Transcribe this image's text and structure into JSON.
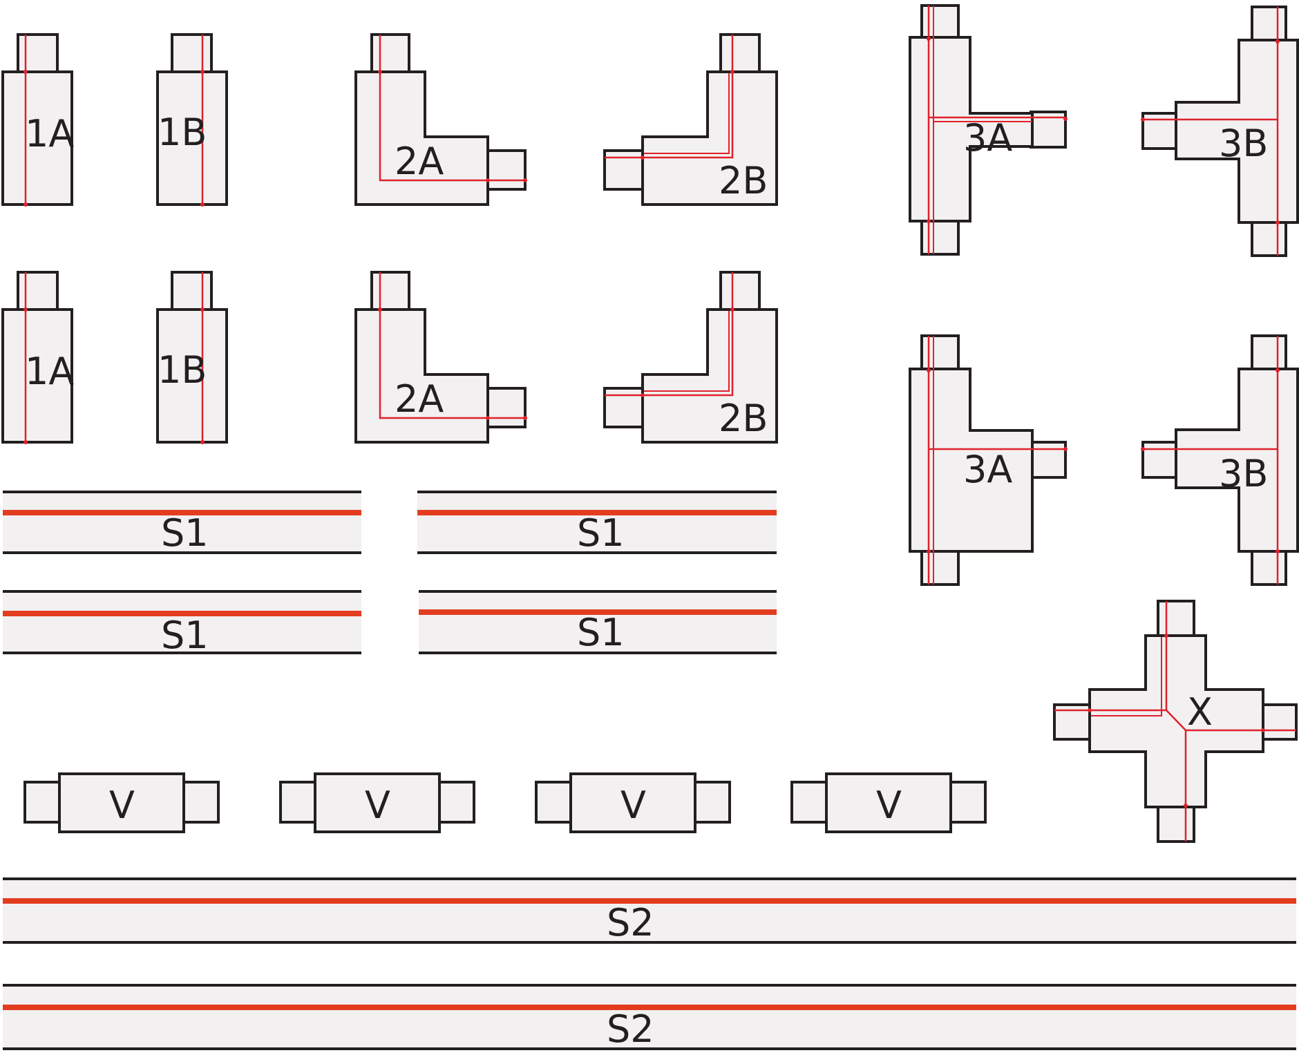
{
  "colors": {
    "outline": "#231f20",
    "fill": "#f2f0f1",
    "conductor": "#e0212b",
    "rail_stripe": "#e23d1f"
  },
  "labels": {
    "end_a": "1A",
    "end_b": "1B",
    "corner_a": "2A",
    "corner_b": "2B",
    "tee_a": "3A",
    "tee_b": "3B",
    "cross": "X",
    "joiner": "V",
    "short_rail": "S1",
    "long_rail": "S2"
  }
}
